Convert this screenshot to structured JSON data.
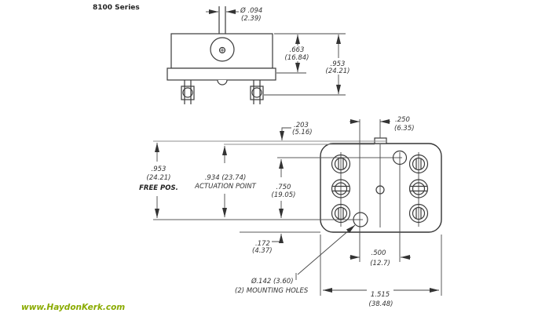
{
  "title": "8100 Series",
  "footer": {
    "website": "www.HaydonKerk.com"
  },
  "colors": {
    "website_green": "#8aab00"
  },
  "side_view": {
    "plunger_dia_in": "Ø .094",
    "plunger_dia_mm": "(2.39)",
    "body_height_in": ".663",
    "body_height_mm": "(16.84)",
    "overall_height_in": ".953",
    "overall_height_mm": "(24.21)"
  },
  "front_view": {
    "plunger_ext_in": ".203",
    "plunger_ext_mm": "(5.16)",
    "plunger_offset_in": ".250",
    "plunger_offset_mm": "(6.35)",
    "free_pos_in": ".953",
    "free_pos_mm": "(24.21)",
    "free_pos_label": "FREE POS.",
    "actuation_in": ".934 (23.74)",
    "actuation_label": "ACTUATION POINT",
    "hole_spacing_v_in": ".750",
    "hole_spacing_v_mm": "(19.05)",
    "hole_edge_in": ".172",
    "hole_edge_mm": "(4.37)",
    "hole_spacing_h_in": ".500",
    "hole_spacing_h_mm": "(12.7)",
    "width_in": "1.515",
    "width_mm": "(38.48)",
    "mounting_note_line1": "Ø.142 (3.60)",
    "mounting_note_line2": "(2) MOUNTING HOLES"
  }
}
